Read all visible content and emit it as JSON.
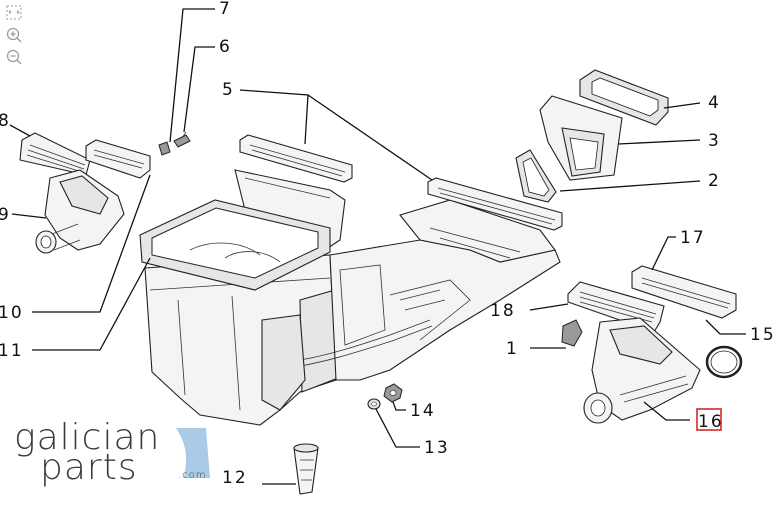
{
  "toolbar": {
    "icons": [
      "fit-icon",
      "zoom-in-icon",
      "zoom-out-icon"
    ]
  },
  "logo": {
    "line1": "galician",
    "line2": "parts",
    "suffix": ".com",
    "accent_color": "#a9cbe8"
  },
  "callouts": {
    "c1": "1",
    "c2": "2",
    "c3": "3",
    "c4": "4",
    "c5": "5",
    "c6": "6",
    "c7": "7",
    "c8": "8",
    "c9": "9",
    "c10": "10",
    "c11": "11",
    "c12": "12",
    "c13": "13",
    "c14": "14",
    "c15": "15",
    "c16": "16",
    "c17": "17",
    "c18": "18"
  },
  "highlight": {
    "callout": "16",
    "color": "#d11a1a"
  }
}
